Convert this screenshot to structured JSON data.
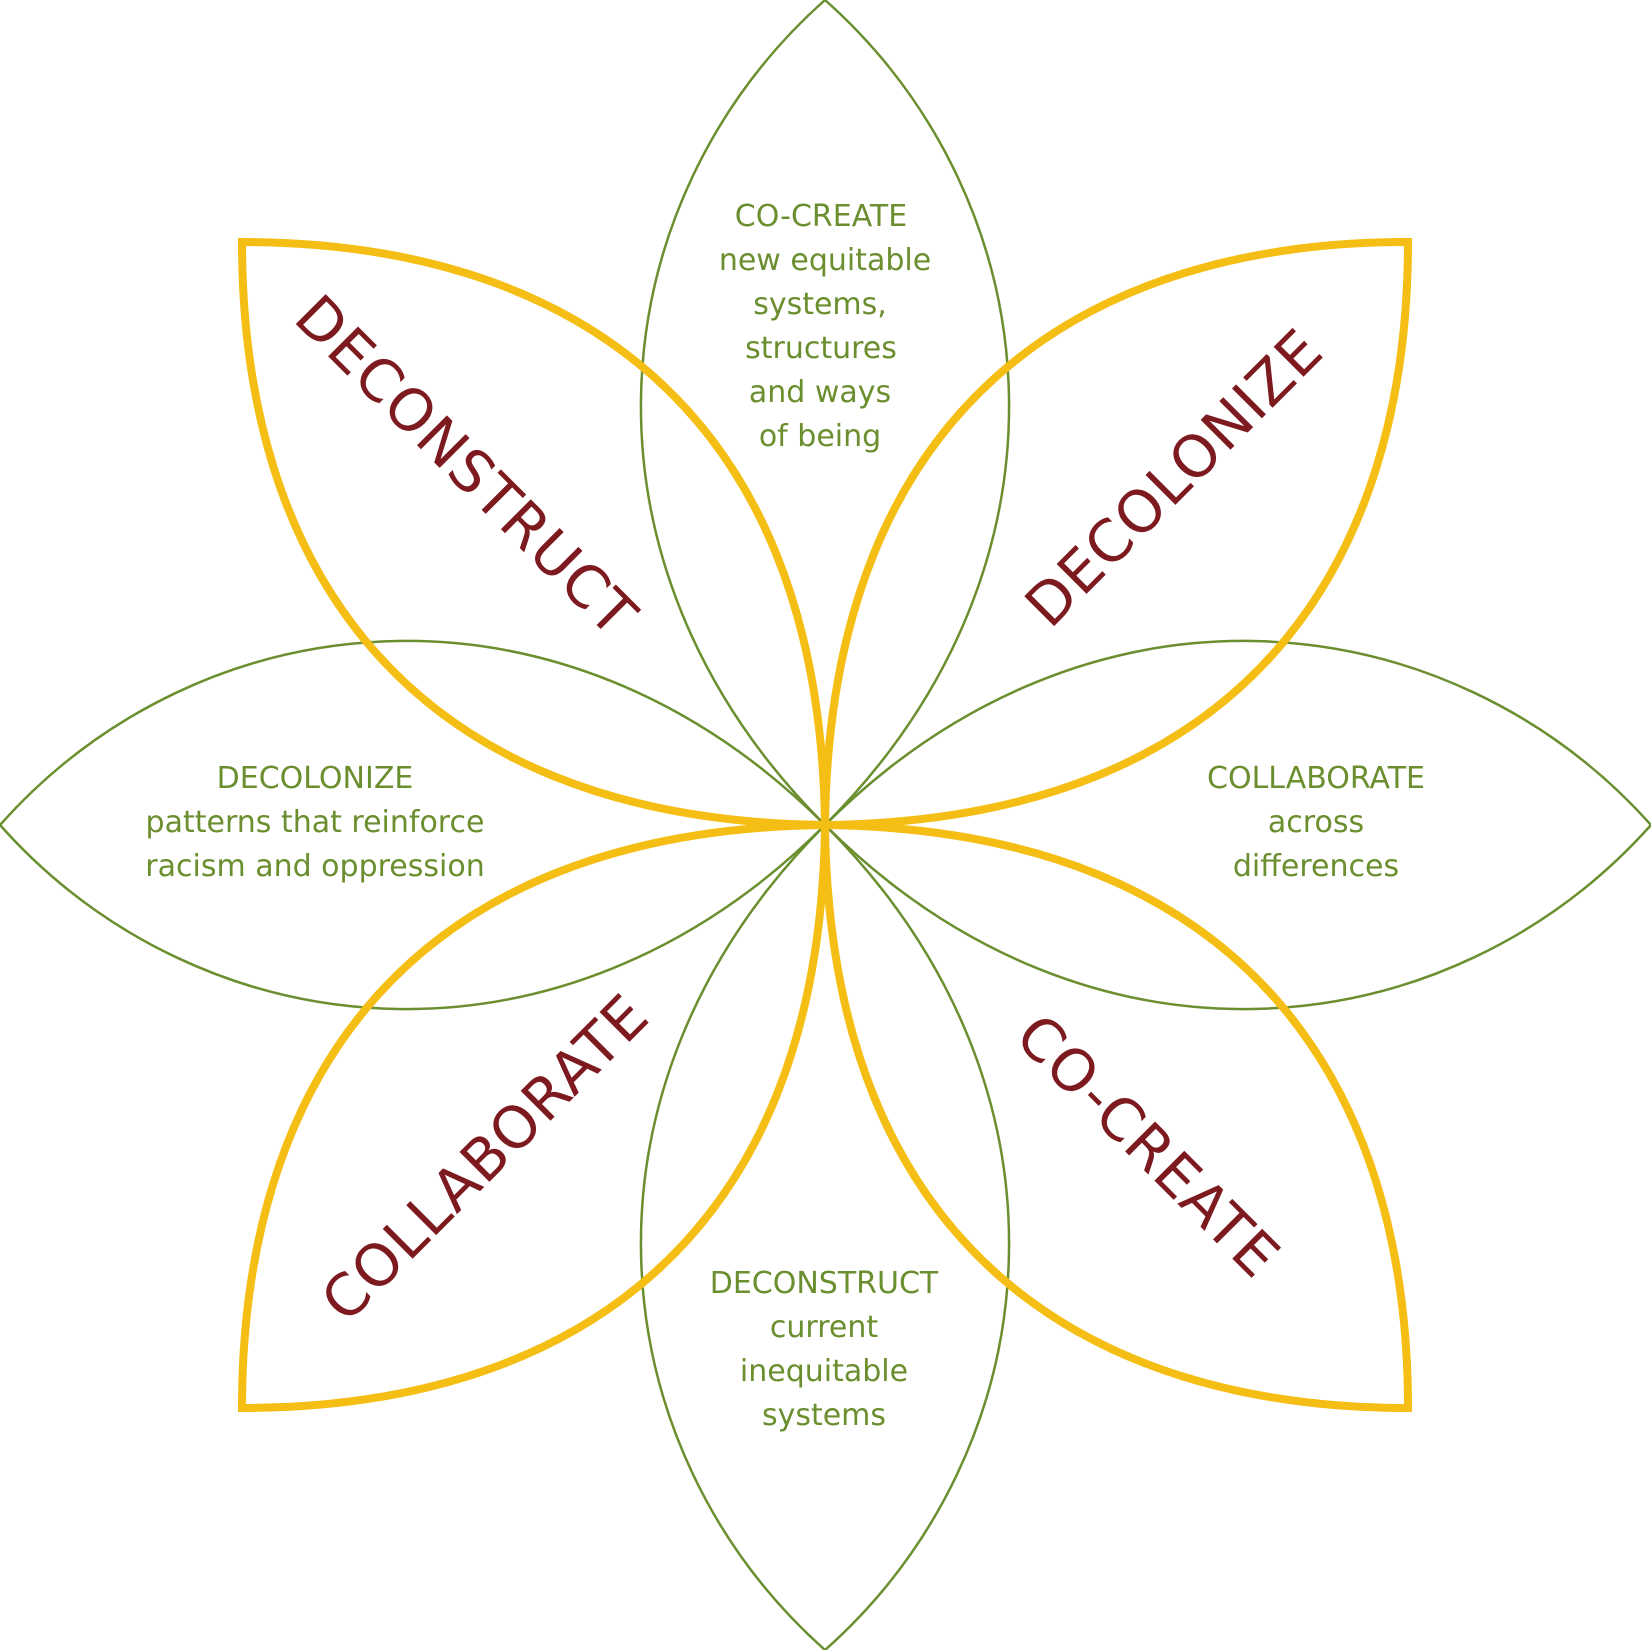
{
  "colors": {
    "green_petal": "#6b8e2f",
    "gold_petal": "#f5be14",
    "maroon_label": "#7d1a20",
    "background": "#ffffff"
  },
  "gold_labels": {
    "top_left": "DECONSTRUCT",
    "top_right": "DECOLONIZE",
    "bottom_left": "COLLABORATE",
    "bottom_right": "CO-CREATE"
  },
  "green_petals": {
    "top": {
      "line1": "CO-CREATE",
      "line2": "new equitable",
      "line3": "systems,",
      "line4": "structures",
      "line5": "and ways",
      "line6": "of being"
    },
    "left": {
      "line1": "DECOLONIZE",
      "line2": "patterns that reinforce",
      "line3": "racism and oppression"
    },
    "right": {
      "line1": "COLLABORATE",
      "line2": "across",
      "line3": "differences"
    },
    "bottom": {
      "line1": "DECONSTRUCT",
      "line2": "current",
      "line3": "inequitable",
      "line4": "systems"
    }
  }
}
